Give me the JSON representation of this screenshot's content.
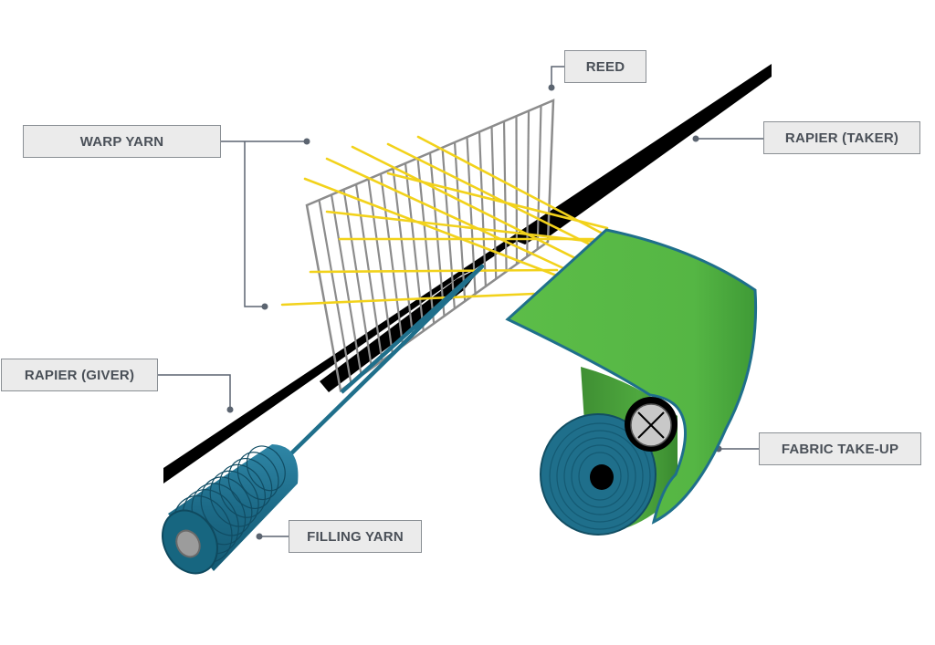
{
  "labels": {
    "reed": "REED",
    "warp_yarn": "WARP YARN",
    "rapier_taker": "RAPIER (TAKER)",
    "rapier_giver": "RAPIER (GIVER)",
    "fabric_take_up": "FABRIC TAKE-UP",
    "filling_yarn": "FILLING YARN"
  },
  "colors": {
    "label_background": "#ebebeb",
    "label_border": "#8a8f94",
    "label_text": "#4a5058",
    "leader_line": "#5b6470",
    "reed_wire": "#8c8c8c",
    "warp_yarn": "#f2d21b",
    "rapier": "#000000",
    "filling_yarn": "#1f6f8b",
    "fabric": "#5ab847",
    "fabric_roll_edge": "#1f6f8b"
  }
}
